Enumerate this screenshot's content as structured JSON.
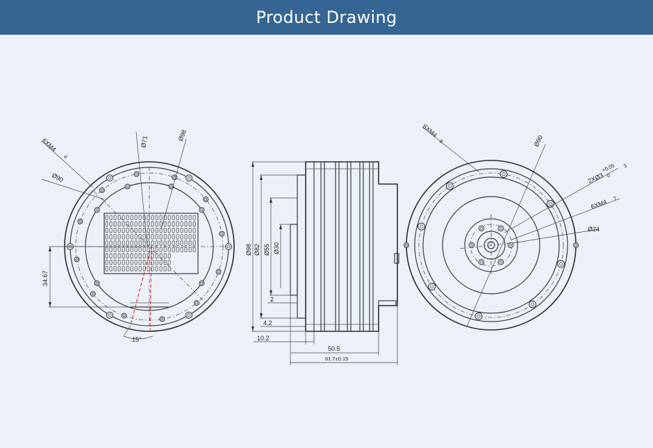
{
  "header": {
    "title": "Product Drawing"
  },
  "colors": {
    "header_bg": "#356592",
    "page_bg": "#ebf1f7",
    "title_text": "#ffffff",
    "centerline_red": "#d21c1c"
  },
  "front_view": {
    "labels": {
      "bolt_holes": "6XM4",
      "bolt_depth": "4",
      "diameter_90": "Ø90",
      "diameter_71": "Ø71",
      "diameter_98": "Ø98",
      "height_dim": "34.67",
      "angle": "15°"
    }
  },
  "side_view": {
    "labels": {
      "dia_98": "Ø98",
      "dia_82": "Ø82",
      "dia_55": "Ø55",
      "dia_30": "Ø30",
      "dim_2": "2",
      "dim_4_2": "4.2",
      "dim_10_2": "10.2",
      "dim_50_5": "50.5",
      "dim_61_7": "61.7±0.15"
    }
  },
  "back_view": {
    "labels": {
      "bolt_holes": "6XM4",
      "bolt_depth": "8",
      "diameter_90": "Ø90",
      "pin_holes": "2XØ3",
      "pin_tol": "+0.05",
      "pin_tol_low": "0",
      "pin_depth": "3",
      "bolt_holes_2": "6XM4",
      "bolt_depth_2": "7",
      "diameter_24": "Ø24"
    }
  }
}
